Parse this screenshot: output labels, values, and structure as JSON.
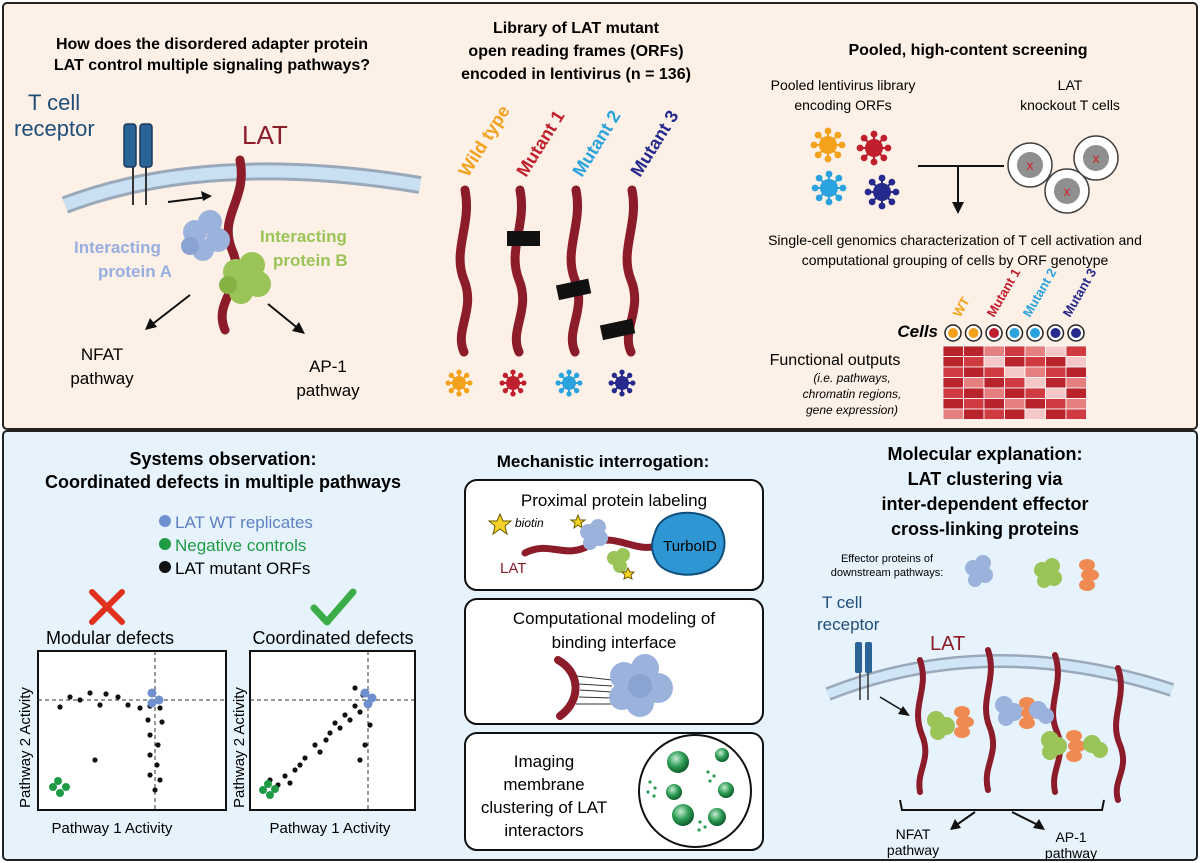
{
  "colors": {
    "top_bg": "#fdf0e6",
    "bottom_bg": "#e7f3fc",
    "lat": "#8c1c2a",
    "wt": "#f4a21b",
    "mut1": "#c01f2e",
    "mut2": "#2aa2de",
    "mut3": "#262a8c",
    "tcr": "#1f4e79",
    "protein_a": "#9bb2dd",
    "protein_b": "#9ac457",
    "effector_orange": "#f08a53",
    "ctrl_green": "#1f9a45",
    "wt_blue": "#6f8fce",
    "check_green": "#3bad48",
    "x_red": "#e0301e"
  },
  "panel1": {
    "question_line1": "How does the disordered adapter protein",
    "question_line2": "LAT control multiple signaling pathways?",
    "tcr_line1": "T cell",
    "tcr_line2": "receptor",
    "lat_label": "LAT",
    "protein_a_line1": "Interacting",
    "protein_a_line2": "protein A",
    "protein_b_line1": "Interacting",
    "protein_b_line2": "protein B",
    "nfat_line1": "NFAT",
    "nfat_line2": "pathway",
    "ap1_line1": "AP-1",
    "ap1_line2": "pathway"
  },
  "panel2": {
    "title_line1": "Library of LAT mutant",
    "title_line2": "open reading frames (ORFs)",
    "title_line3": "encoded in lentivirus (n = 136)",
    "labels": [
      "Wild type",
      "Mutant 1",
      "Mutant 2",
      "Mutant 3"
    ]
  },
  "panel3": {
    "title": "Pooled, high-content screening",
    "pooled_line1": "Pooled lentivirus library",
    "pooled_line2": "encoding ORFs",
    "ko_line1": "LAT",
    "ko_line2": "knockout T cells",
    "x_mark": "x",
    "single_line1": "Single-cell genomics characterization of T cell activation and",
    "single_line2": "computational grouping of cells by ORF genotype",
    "heat_labels": [
      "WT",
      "Mutant 1",
      "Mutant 2",
      "Mutant 3"
    ],
    "cells_label": "Cells",
    "func_title": "Functional outputs",
    "func_line1": "(i.e. pathways,",
    "func_line2": "chromatin regions,",
    "func_line3": "gene expression)"
  },
  "panel4": {
    "title_line1": "Systems observation:",
    "title_line2": "Coordinated defects in multiple pathways",
    "legend": [
      "LAT WT replicates",
      "Negative controls",
      "LAT mutant ORFs"
    ],
    "modular_title": "Modular defects",
    "coordinated_title": "Coordinated defects",
    "ylabel": "Pathway 2 Activity",
    "xlabel": "Pathway 1 Activity"
  },
  "panel5": {
    "title": "Mechanistic interrogation:",
    "box1_title": "Proximal protein labeling",
    "biotin": "biotin",
    "lat": "LAT",
    "turboid": "TurboID",
    "box2_line1": "Computational modeling of",
    "box2_line2": "binding interface",
    "box3_line1": "Imaging",
    "box3_line2": "membrane",
    "box3_line3": "clustering of LAT",
    "box3_line4": "interactors"
  },
  "panel6": {
    "title_line1": "Molecular explanation:",
    "title_line2": "LAT clustering via",
    "title_line3": "inter-dependent effector",
    "title_line4": "cross-linking proteins",
    "effector_line1": "Effector proteins of",
    "effector_line2": "downstream pathways:",
    "tcr_line1": "T cell",
    "tcr_line2": "receptor",
    "lat": "LAT",
    "nfat_line1": "NFAT",
    "nfat_line2": "pathway",
    "ap1_line1": "AP-1",
    "ap1_line2": "pathway"
  }
}
